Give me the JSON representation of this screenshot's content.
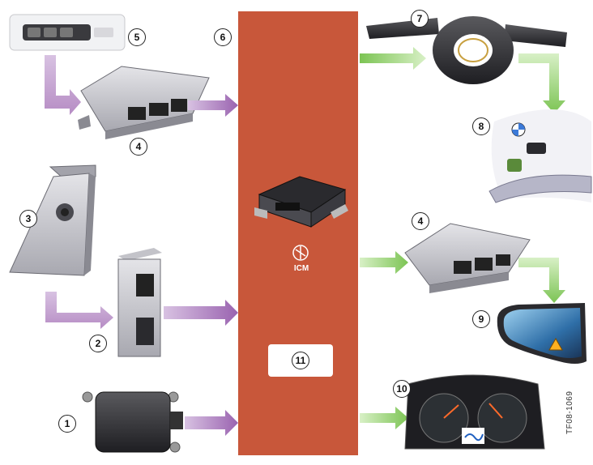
{
  "callouts": {
    "c1": "1",
    "c2": "2",
    "c3": "3",
    "c4a": "4",
    "c4b": "4",
    "c5": "5",
    "c6": "6",
    "c7": "7",
    "c8": "8",
    "c9": "9",
    "c10": "10",
    "c11": "11"
  },
  "icm_label": "ICM",
  "doc_id": "TF08-1069",
  "colors": {
    "bar": "#c8573a",
    "input_arrow": "#b68cc4",
    "output_arrow": "#98d27a"
  }
}
